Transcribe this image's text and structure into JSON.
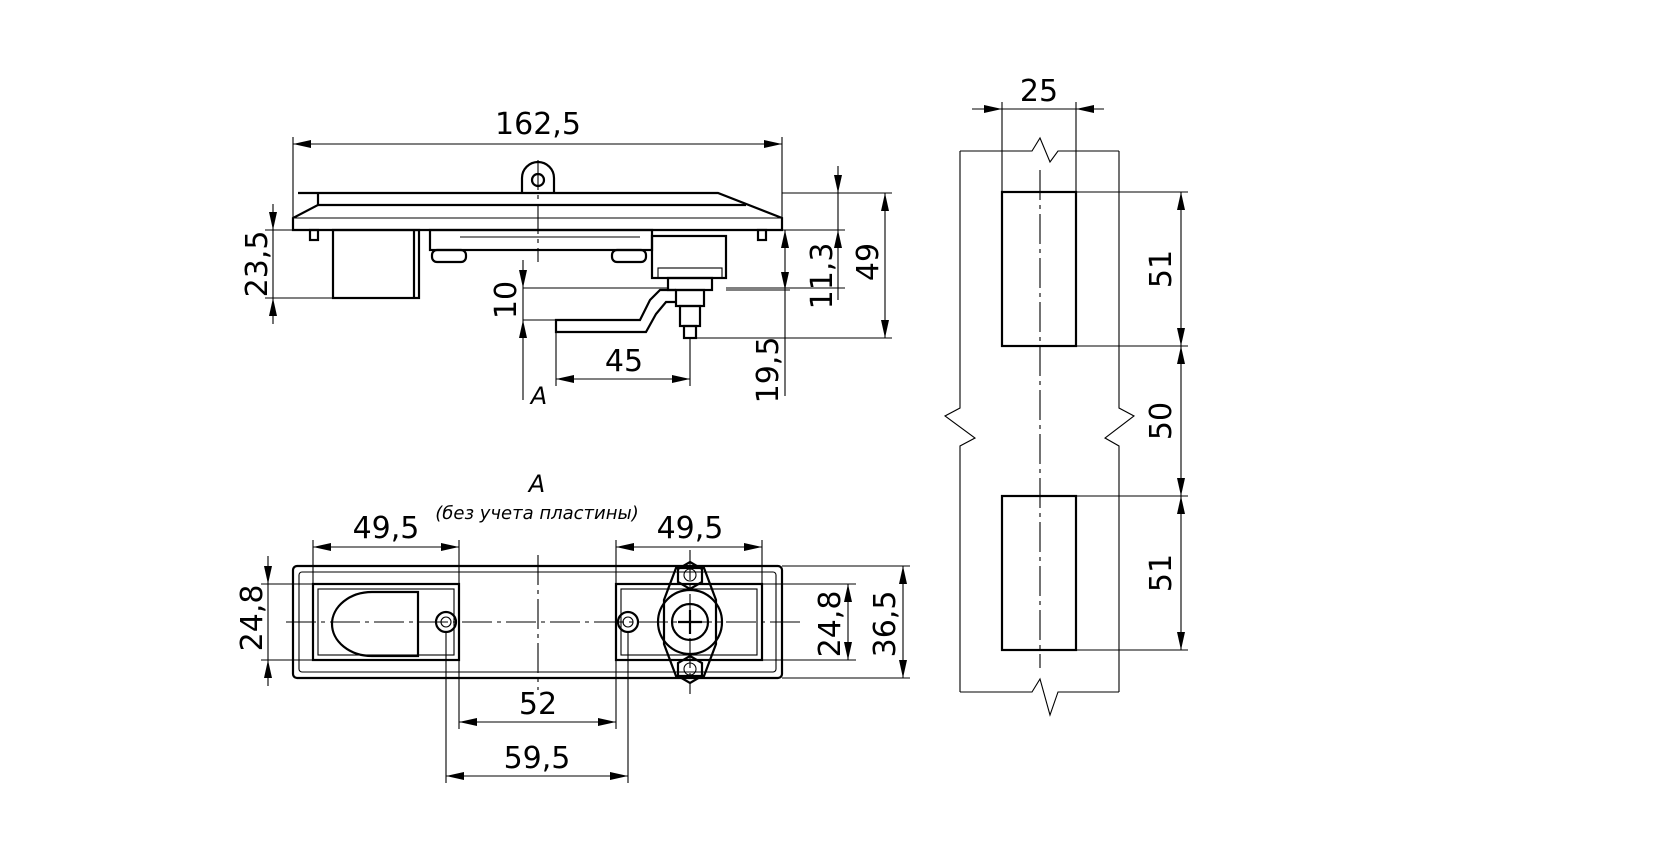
{
  "side_view": {
    "overall_length": "162,5",
    "height_left": "23,5",
    "height_right": "49",
    "dim_11_3": "11,3",
    "dim_10": "10",
    "dim_45": "45",
    "dim_19_5": "19,5",
    "view_arrow_label": "A"
  },
  "view_a": {
    "title": "A",
    "note": "(без учета пластины)",
    "left_length": "49,5",
    "right_length": "49,5",
    "inner_height_left": "24,8",
    "inner_height_right": "24,8",
    "outer_height": "36,5",
    "gap": "52",
    "hole_spacing": "59,5"
  },
  "hinge_view": {
    "width": "25",
    "upper_block": "51",
    "spacing": "50",
    "lower_block": "51"
  }
}
